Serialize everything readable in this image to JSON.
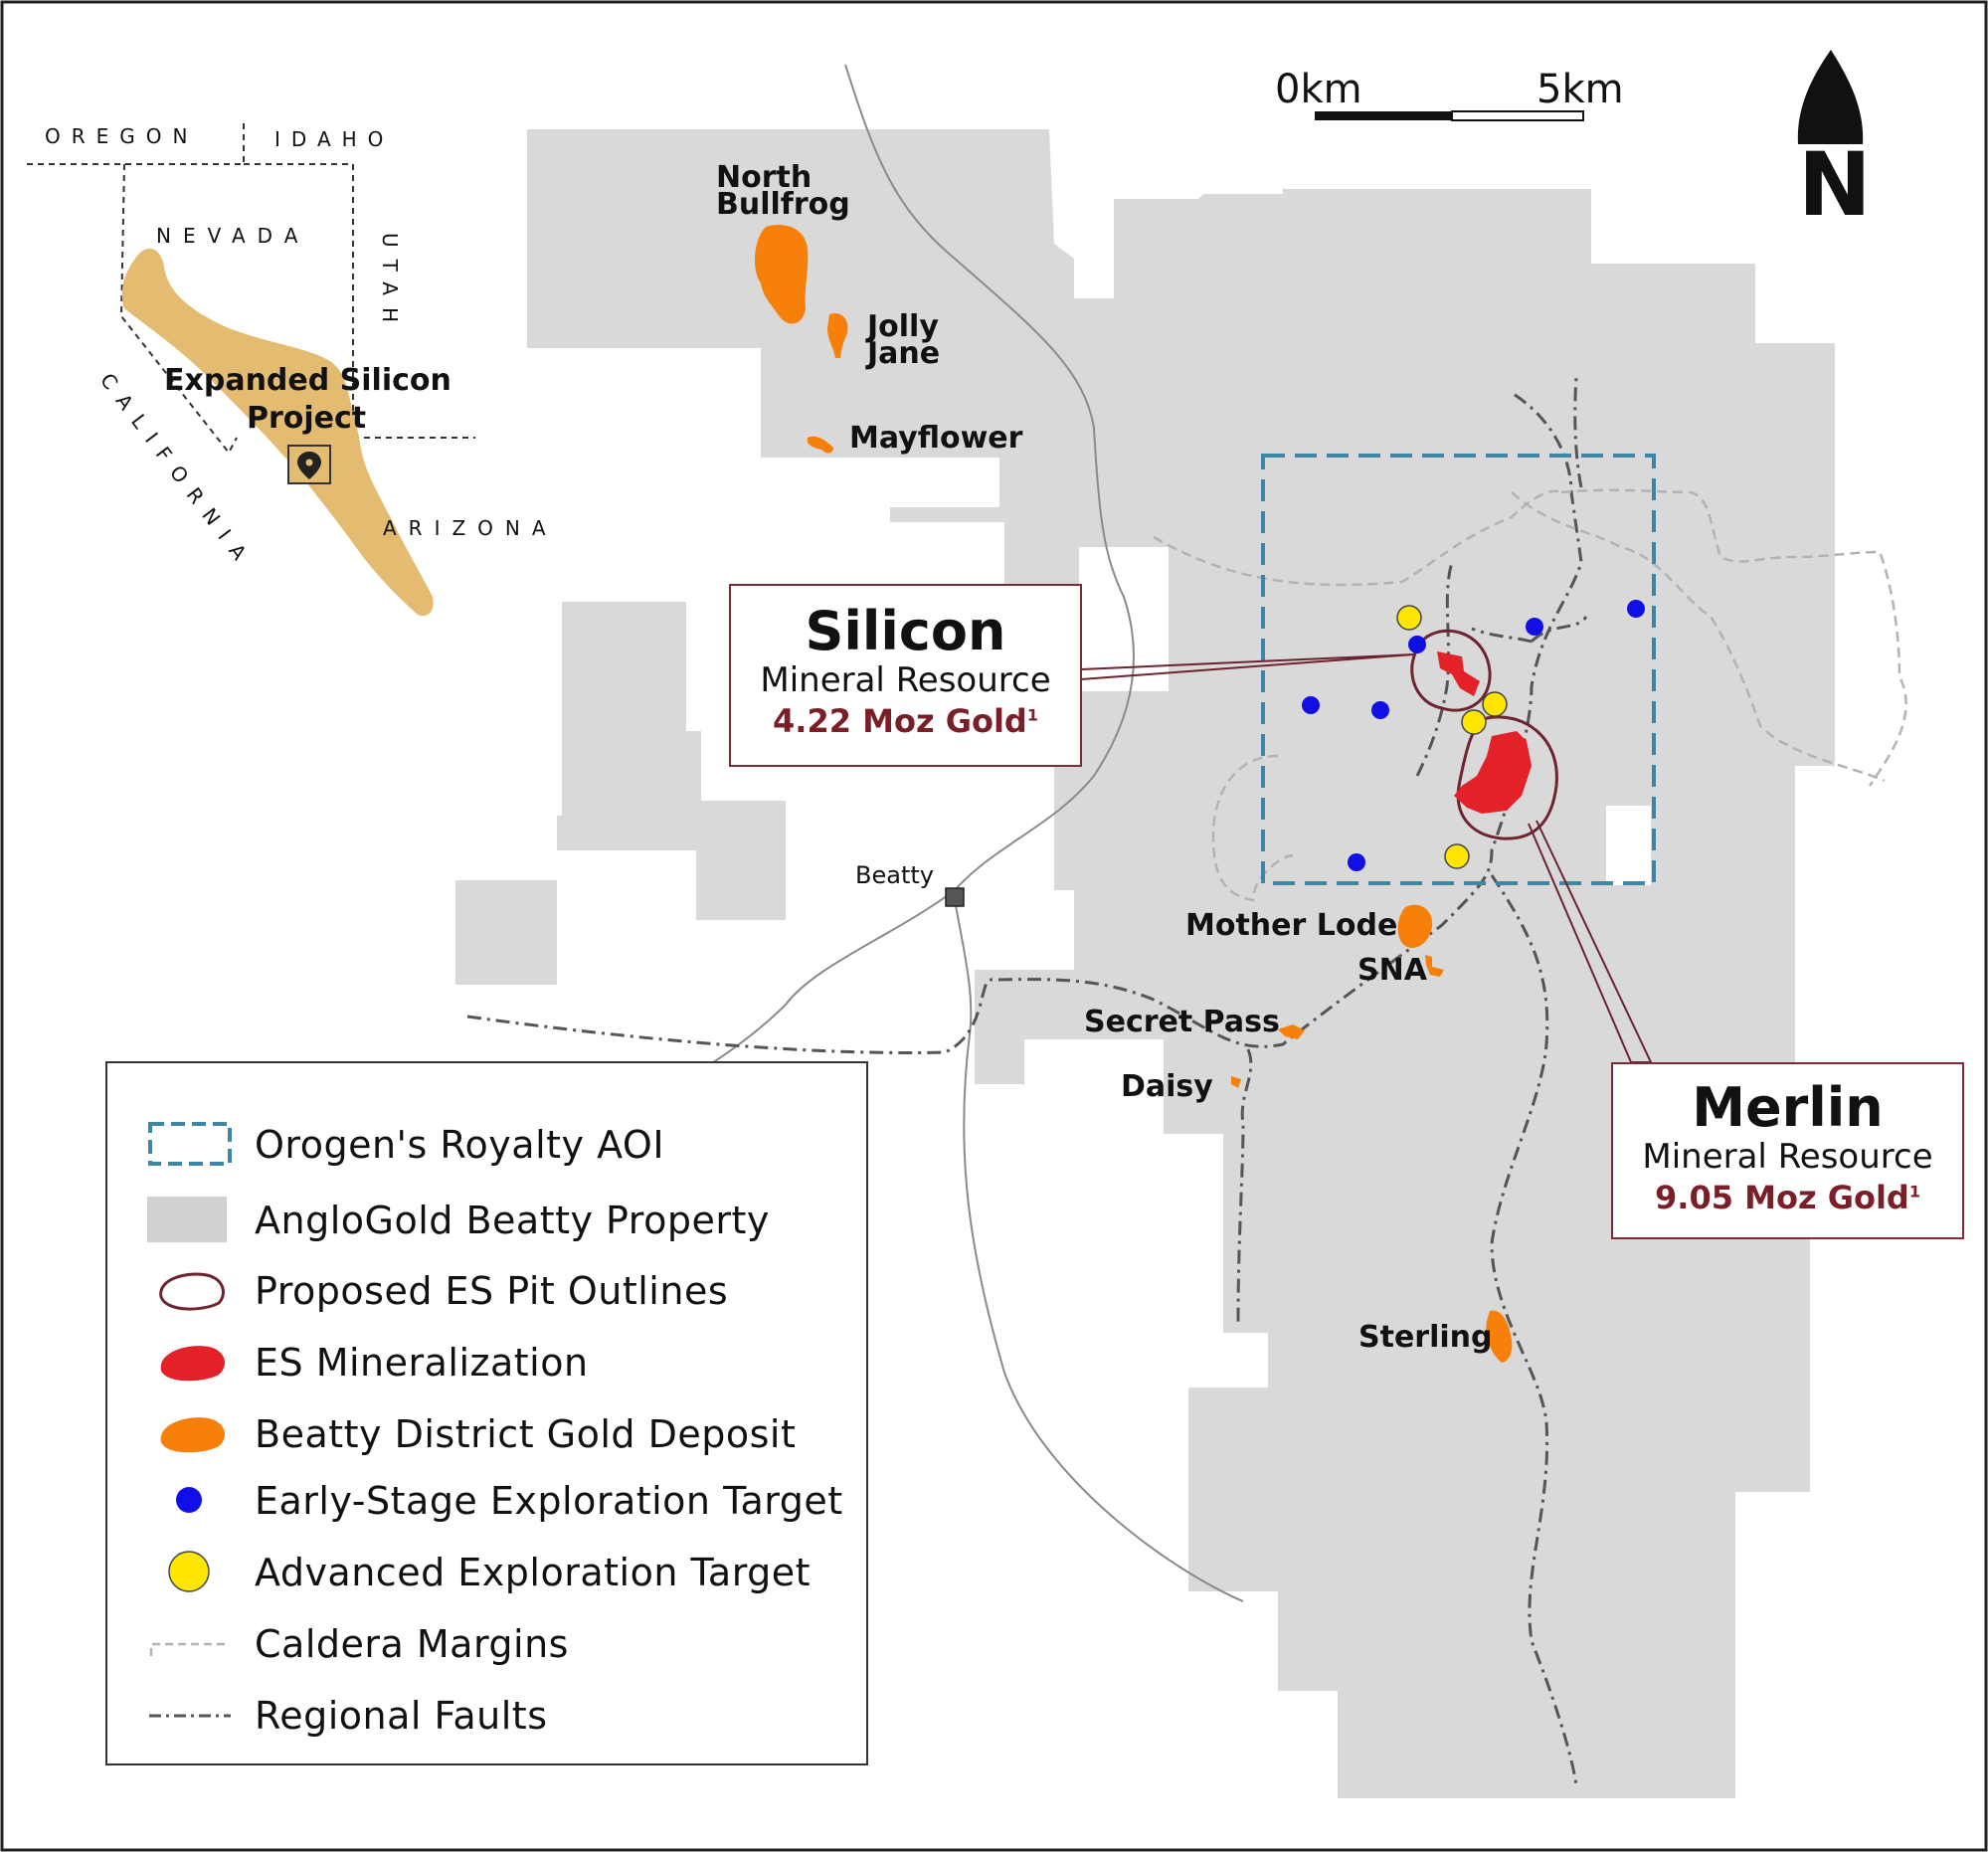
{
  "scale_bar": {
    "start_label": "0km",
    "end_label": "5km"
  },
  "north_arrow": {
    "label": "N"
  },
  "inset": {
    "states": {
      "oregon": "OREGON",
      "idaho": "IDAHO",
      "nevada": "NEVADA",
      "utah": "UTAH",
      "california": "CALIFORNIA",
      "arizona": "ARIZONA"
    },
    "project_line1": "Expanded Silicon",
    "project_line2": "Project"
  },
  "deposits": {
    "north_bullfrog_1": "North",
    "north_bullfrog_2": "Bullfrog",
    "jolly_jane_1": "Jolly",
    "jolly_jane_2": "Jane",
    "mayflower": "Mayflower",
    "mother_lode": "Mother Lode",
    "sna": "SNA",
    "secret_pass": "Secret Pass",
    "daisy": "Daisy",
    "sterling": "Sterling"
  },
  "town": {
    "beatty": "Beatty"
  },
  "callouts": {
    "silicon": {
      "title": "Silicon",
      "subtitle": "Mineral Resource",
      "value": "4.22 Moz Gold",
      "footnote": "1"
    },
    "merlin": {
      "title": "Merlin",
      "subtitle": "Mineral Resource",
      "value": "9.05 Moz Gold",
      "footnote": "1"
    }
  },
  "legend": [
    {
      "label": "Orogen's Royalty AOI"
    },
    {
      "label": "AngloGold Beatty Property"
    },
    {
      "label": "Proposed ES Pit Outlines"
    },
    {
      "label": "ES Mineralization"
    },
    {
      "label": "Beatty District Gold Deposit"
    },
    {
      "label": "Early-Stage Exploration Target"
    },
    {
      "label": "Advanced Exploration Target"
    },
    {
      "label": "Caldera Margins"
    },
    {
      "label": "Regional Faults"
    }
  ],
  "colors": {
    "property": "#d9d9d9",
    "aoi": "#3d86a6",
    "pit_outline": "#6e2430",
    "mineralization": "#e32128",
    "gold_deposit": "#f7800a",
    "early_stage": "#1010e6",
    "advanced": "#ffe600",
    "inset_project": "#e3bc72",
    "callout_value": "#7a1f28"
  }
}
